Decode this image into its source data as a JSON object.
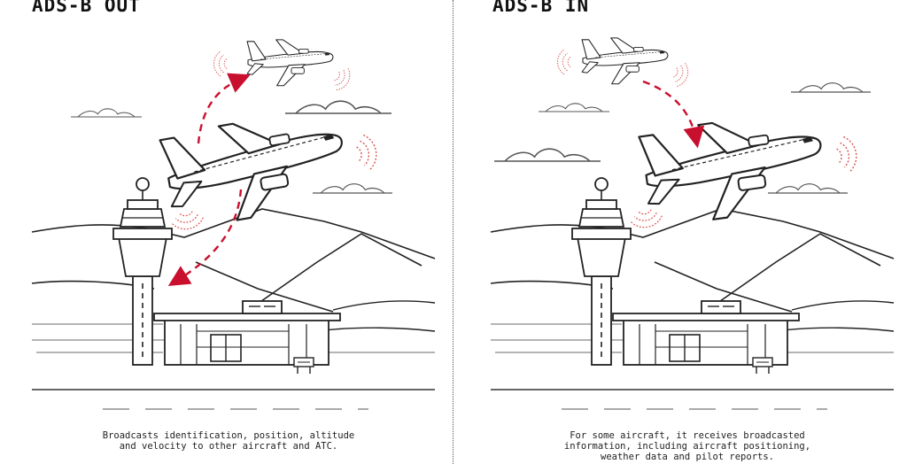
{
  "panels": {
    "left": {
      "title": "ADS-B OUT",
      "caption": [
        "Broadcasts identification, position, altitude",
        "and velocity to other aircraft and ATC."
      ]
    },
    "right": {
      "title": "ADS-B IN",
      "caption": [
        "For some aircraft, it receives broadcasted",
        "information, including aircraft positioning,",
        "weather data and pilot reports."
      ]
    }
  },
  "colors": {
    "line": "#222222",
    "accent": "#c8102e",
    "signal": "#d9534f",
    "background": "#ffffff"
  },
  "icons": [
    "airplane-icon",
    "control-tower-icon",
    "terminal-building-icon",
    "signal-wave-icon",
    "cloud-icon",
    "mountain-icon",
    "sign-post-icon"
  ]
}
